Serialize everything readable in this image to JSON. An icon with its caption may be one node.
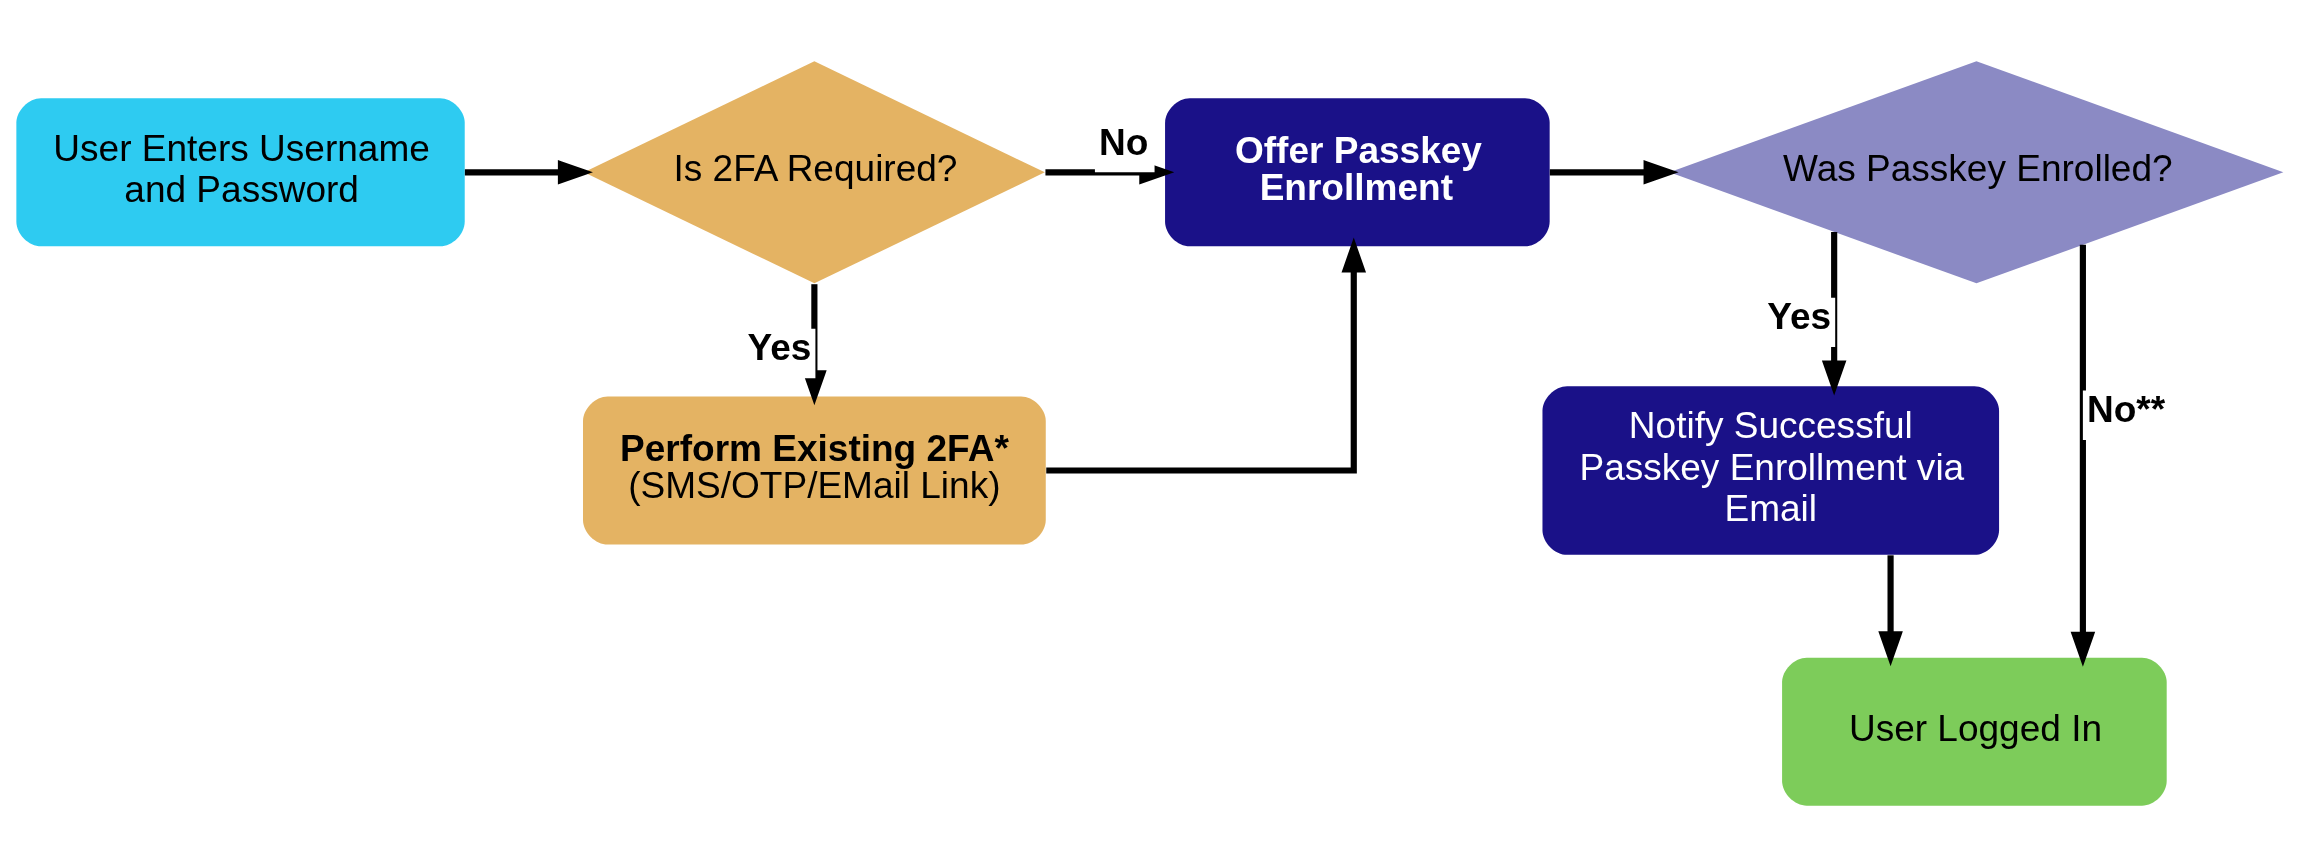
{
  "diagram": {
    "nodes": [
      {
        "text": [
          "User Enters Username and Password"
        ]
      },
      {
        "text": [
          "Is 2FA Required?"
        ]
      },
      {
        "text": [
          "Offer Passkey Enrollment"
        ]
      },
      {
        "text": [
          "Was Passkey Enrolled?"
        ]
      },
      {
        "text": [
          "Perform Existing 2FA*",
          "(SMS/OTP/EMail Link)"
        ]
      },
      {
        "text": [
          "Notify Successful Passkey Enrollment via Email"
        ]
      },
      {
        "text": [
          "User Logged In"
        ]
      }
    ],
    "edges": [
      {
        "from": 0,
        "to": 1,
        "arrow": "to"
      },
      {
        "from": 1,
        "to": 2,
        "arrow": "to",
        "label": "No"
      },
      {
        "from": 1,
        "to": 4,
        "arrow": "to",
        "label": "Yes"
      },
      {
        "from": 4,
        "to": 2,
        "arrow": "to"
      },
      {
        "from": 2,
        "to": 3,
        "arrow": "to"
      },
      {
        "from": 3,
        "to": 5,
        "arrow": "to",
        "label": "Yes"
      },
      {
        "from": 3,
        "to": 6,
        "arrow": "to",
        "label": "No**"
      },
      {
        "from": 5,
        "to": 6,
        "arrow": "to"
      }
    ]
  }
}
